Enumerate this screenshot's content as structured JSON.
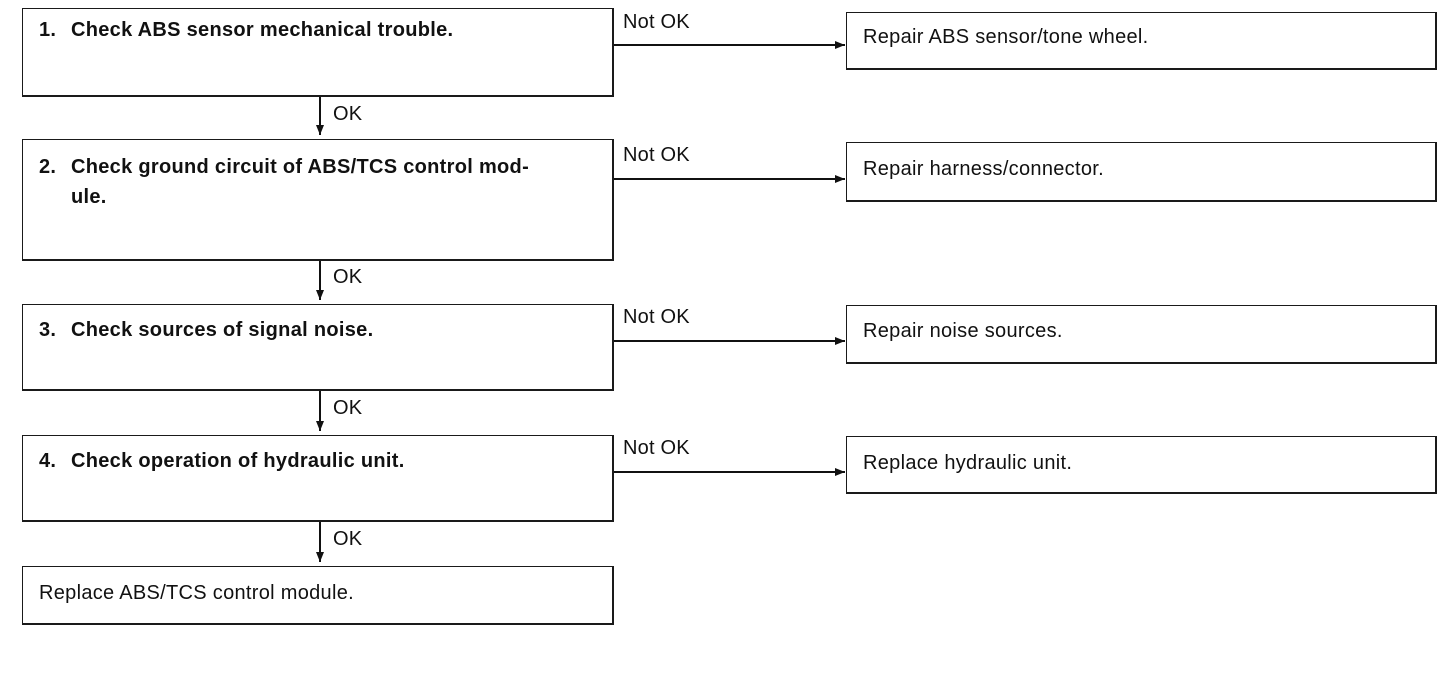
{
  "steps": [
    {
      "number": "1.",
      "text": "Check ABS sensor mechanical trouble.",
      "text_line2": ""
    },
    {
      "number": "2.",
      "text": "Check ground circuit of ABS/TCS control mod-",
      "text_line2": "ule."
    },
    {
      "number": "3.",
      "text": "Check sources of signal noise.",
      "text_line2": ""
    },
    {
      "number": "4.",
      "text": "Check operation of hydraulic unit.",
      "text_line2": ""
    }
  ],
  "repairs": [
    "Repair ABS sensor/tone wheel.",
    "Repair harness/connector.",
    "Repair noise sources.",
    "Replace hydraulic unit."
  ],
  "final": "Replace ABS/TCS control module.",
  "labels": {
    "ok": "OK",
    "not_ok": "Not OK"
  }
}
